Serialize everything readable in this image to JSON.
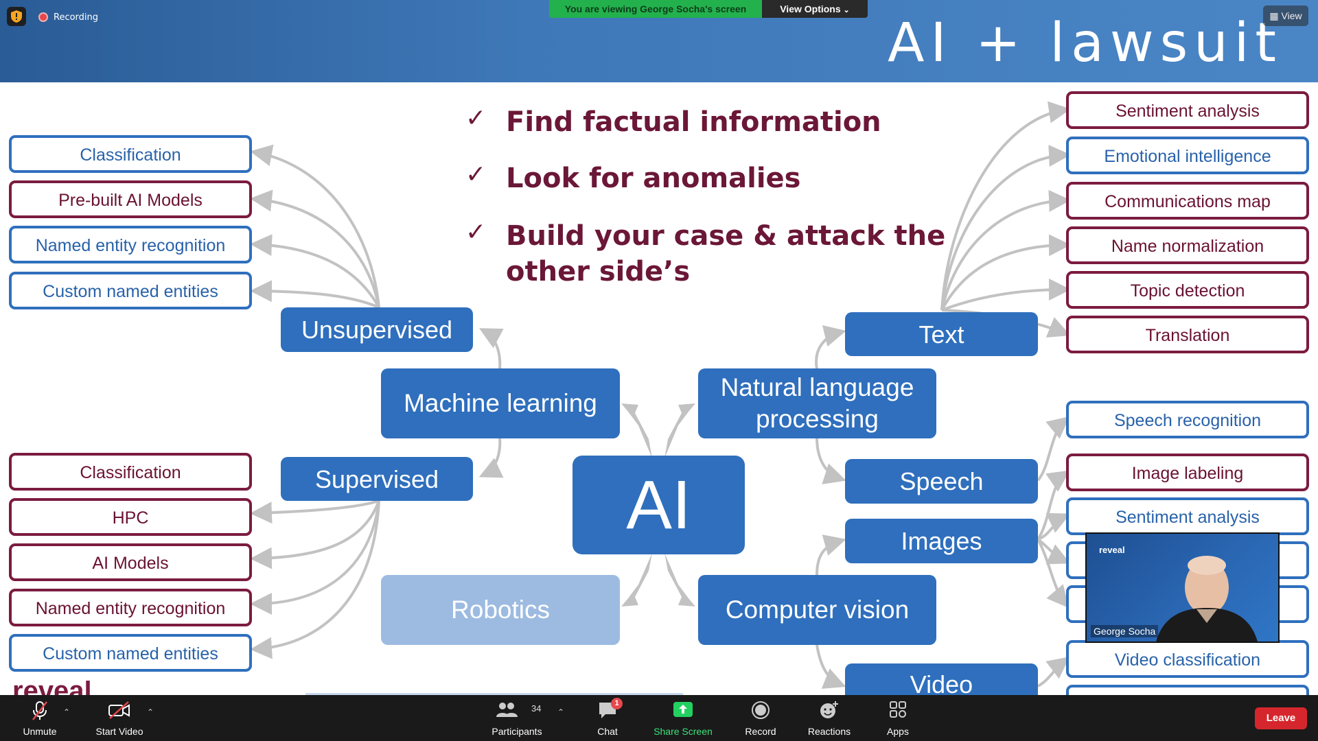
{
  "zoom": {
    "recording_label": "Recording",
    "viewing_banner": "You are viewing George Socha's screen",
    "view_options_label": "View Options",
    "view_button_label": "View",
    "leave_label": "Leave",
    "toolbar": {
      "unmute_label": "Unmute",
      "start_video_label": "Start Video",
      "participants_label": "Participants",
      "participants_count": "34",
      "chat_label": "Chat",
      "chat_badge": "1",
      "share_screen_label": "Share Screen",
      "record_label": "Record",
      "reactions_label": "Reactions",
      "apps_label": "Apps"
    },
    "video_tile": {
      "logo_text": "reveal",
      "participant_name": "George Socha"
    }
  },
  "slide": {
    "title": "AI + lawsuit",
    "bullets": [
      "Find factual information",
      "Look for anomalies",
      "Build your case & attack the",
      "other side’s"
    ],
    "bullet_check": "✓",
    "center_node": "AI",
    "nodes": {
      "machine_learning": "Machine learning",
      "nlp_line1": "Natural language",
      "nlp_line2": "processing",
      "robotics": "Robotics",
      "computer_vision": "Computer vision",
      "unsupervised": "Unsupervised",
      "supervised": "Supervised",
      "text": "Text",
      "speech": "Speech",
      "images": "Images",
      "video": "Video"
    },
    "unsupervised_items": [
      "Classification",
      "Pre-built AI Models",
      "Named entity recognition",
      "Custom named entities"
    ],
    "supervised_items": [
      "Classification",
      "HPC",
      "AI Models",
      "Named entity recognition",
      "Custom named entities"
    ],
    "text_items": [
      "Sentiment analysis",
      "Emotional intelligence",
      "Communications map",
      "Name normalization",
      "Topic detection",
      "Translation"
    ],
    "speech_items": [
      "Speech recognition"
    ],
    "image_items": [
      "Image labeling",
      "Sentiment analysis"
    ],
    "video_items": [
      "Video classification"
    ],
    "footer_logo": "reveal"
  },
  "colors": {
    "maroon": "#7b1b3f",
    "blue": "#2f6fbd",
    "light_blue": "#9dbbe1",
    "header_blue": "#3f78b8",
    "zoom_green": "#23b14d",
    "leave_red": "#d6262d"
  },
  "icons": [
    "shield-icon",
    "record-dot-icon",
    "grid-icon",
    "mic-muted-icon",
    "video-muted-icon",
    "participants-icon",
    "chat-icon",
    "share-screen-icon",
    "record-icon",
    "reactions-icon",
    "apps-icon"
  ]
}
